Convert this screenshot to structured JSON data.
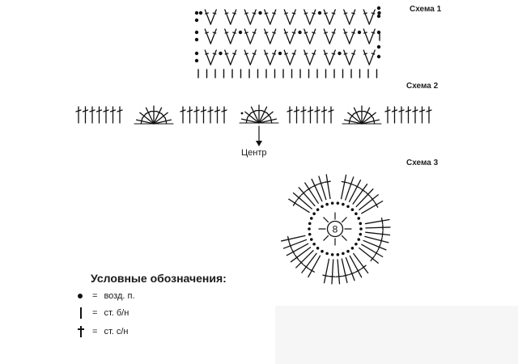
{
  "schemes": {
    "scheme1": "Схема 1",
    "scheme2": "Схема 2",
    "scheme3": "Схема 3"
  },
  "center_label": "Центр",
  "motif_center_number": "8",
  "legend": {
    "title": "Условные обозначения:",
    "items": [
      {
        "symbol": "dot-icon",
        "text": "возд. п."
      },
      {
        "symbol": "bar-icon",
        "text": "ст. б/н"
      },
      {
        "symbol": "cross-icon",
        "text": "ст. с/н"
      }
    ]
  },
  "colors": {
    "ink": "#111111",
    "background": "#ffffff"
  }
}
